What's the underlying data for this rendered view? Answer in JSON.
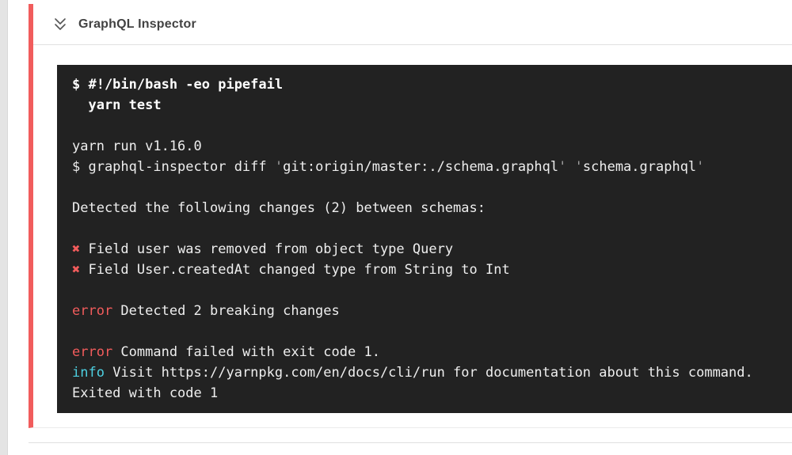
{
  "colors": {
    "accent": "#f15c5c",
    "gutter": "#e4e4e4",
    "term-bg": "#222222",
    "term-text": "#eeeeee",
    "term-bold": "#ffffff",
    "error-red": "#f25c5c",
    "info-cyan": "#4dd0e1",
    "dim-gray": "#9e9e9e",
    "title-text": "#424242",
    "divider": "#e0e0e0"
  },
  "header": {
    "title": "GraphQL Inspector",
    "icon": "double-chevron-down-icon"
  },
  "terminal": {
    "lines": [
      {
        "segments": [
          {
            "text": "$ #!/bin/bash -eo pipefail",
            "style": "bold"
          }
        ]
      },
      {
        "segments": [
          {
            "text": "  yarn test",
            "style": "bold"
          }
        ]
      },
      {
        "segments": []
      },
      {
        "segments": [
          {
            "text": "yarn run v1.16.0",
            "style": "normal"
          }
        ]
      },
      {
        "segments": [
          {
            "text": "$ graphql-inspector diff ",
            "style": "normal"
          },
          {
            "text": "'",
            "style": "dim"
          },
          {
            "text": "git:origin/master:./schema.graphql",
            "style": "normal"
          },
          {
            "text": "'",
            "style": "dim"
          },
          {
            "text": " ",
            "style": "normal"
          },
          {
            "text": "'",
            "style": "dim"
          },
          {
            "text": "schema.graphql",
            "style": "normal"
          },
          {
            "text": "'",
            "style": "dim"
          }
        ]
      },
      {
        "segments": []
      },
      {
        "segments": [
          {
            "text": "Detected the following changes (2) between schemas:",
            "style": "normal"
          }
        ]
      },
      {
        "segments": []
      },
      {
        "segments": [
          {
            "text": "✖",
            "style": "red"
          },
          {
            "text": " Field user was removed from object type Query",
            "style": "normal"
          }
        ]
      },
      {
        "segments": [
          {
            "text": "✖",
            "style": "red"
          },
          {
            "text": " Field User.createdAt changed type from String to Int",
            "style": "normal"
          }
        ]
      },
      {
        "segments": []
      },
      {
        "segments": [
          {
            "text": "error",
            "style": "red"
          },
          {
            "text": " Detected 2 breaking changes",
            "style": "normal"
          }
        ]
      },
      {
        "segments": []
      },
      {
        "segments": [
          {
            "text": "error",
            "style": "red"
          },
          {
            "text": " Command failed with exit code 1.",
            "style": "normal"
          }
        ]
      },
      {
        "segments": [
          {
            "text": "info",
            "style": "info"
          },
          {
            "text": " Visit https://yarnpkg.com/en/docs/cli/run for documentation about this command.",
            "style": "normal"
          }
        ]
      },
      {
        "segments": [
          {
            "text": "Exited with code 1",
            "style": "normal"
          }
        ]
      }
    ]
  }
}
